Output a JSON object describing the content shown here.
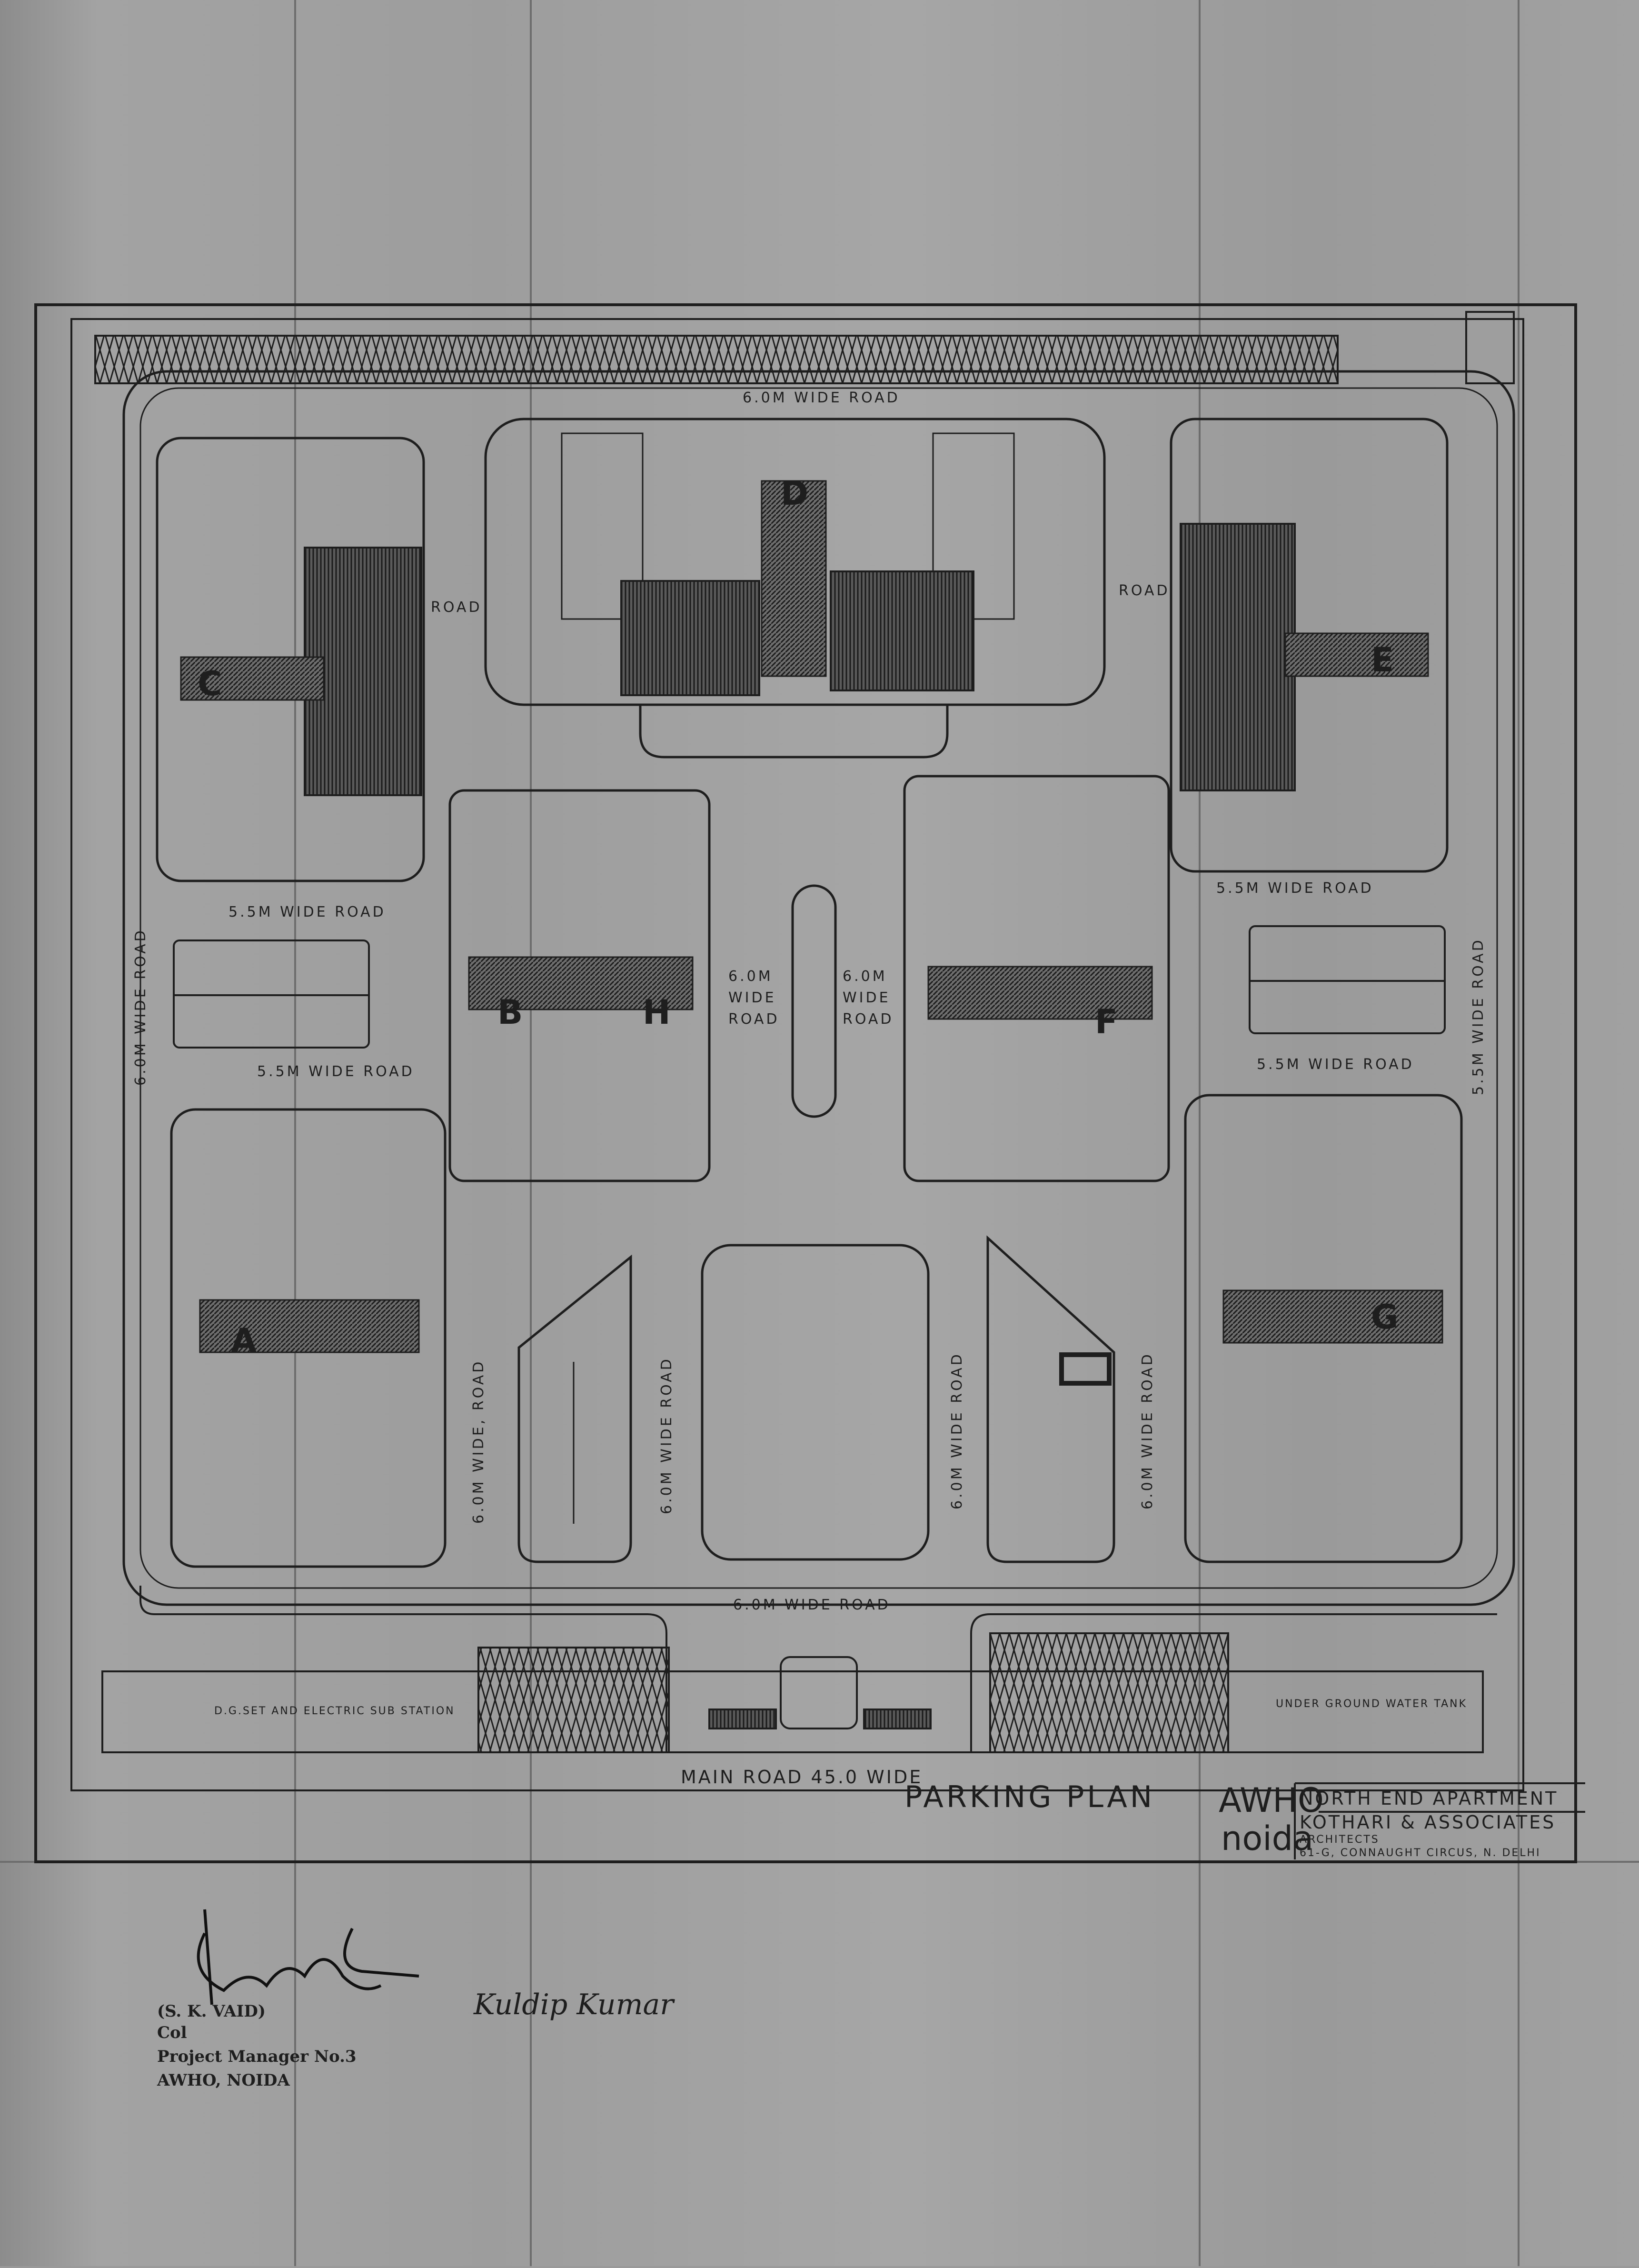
{
  "roads": {
    "top": "6.0M WIDE ROAD",
    "road_d_left": "ROAD",
    "road_d_right": "ROAD",
    "c_below": "5.5M WIDE ROAD",
    "strip_below": "5.5M WIDE ROAD",
    "left_vertical": "6.0M WIDE ROAD",
    "e_below": "5.5M WIDE ROAD",
    "f_strip_below": "5.5M WIDE ROAD",
    "right_vertical": "5.5M WIDE ROAD",
    "center_left": [
      "6.0M",
      "WIDE",
      "ROAD"
    ],
    "center_right": [
      "6.0M",
      "WIDE",
      "ROAD"
    ],
    "lower_v1": "6.0M WIDE, ROAD",
    "lower_v2": "6.0M WIDE ROAD",
    "lower_v3": "6.0M WIDE ROAD",
    "lower_v4": "6.0M WIDE ROAD",
    "bottom": "6.0M WIDE ROAD",
    "main_road": "MAIN ROAD 45.0 WIDE"
  },
  "blocks": [
    "A",
    "B",
    "C",
    "D",
    "E",
    "F",
    "G",
    "H"
  ],
  "facilities": {
    "substation": "D.G.SET AND ELECTRIC SUB STATION",
    "water_tank": "UNDER GROUND WATER TANK"
  },
  "title_block": {
    "title": "PARKING PLAN",
    "logo_top": "AWHO",
    "logo_bottom": "noida",
    "project": "NORTH END APARTMENT",
    "firm": "KOTHARI & ASSOCIATES",
    "role": "ARCHITECTS",
    "address": "61-G, CONNAUGHT CIRCUS, N. DELHI"
  },
  "signature": {
    "name": "(S. K. VAID)",
    "rank": "Col",
    "post": "Project Manager No.3",
    "org": "AWHO, NOIDA",
    "handwritten_name": "Kuldip Kumar"
  },
  "colors": {
    "paper": "#a0a0a0",
    "ink": "#1e1e1e",
    "hatch": "#2a2a2a"
  }
}
